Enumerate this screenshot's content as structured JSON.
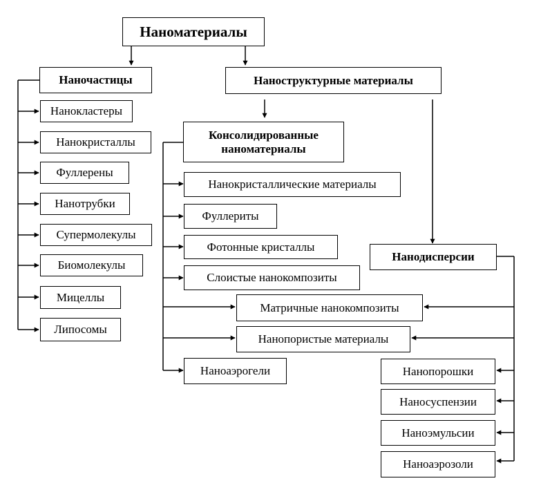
{
  "root": "Наноматериалы",
  "nanoparticles": {
    "title": "Наночастицы",
    "items": [
      "Нанокластеры",
      "Нанокристаллы",
      "Фуллерены",
      "Нанотрубки",
      "Супермолекулы",
      "Биомолекулы",
      "Мицеллы",
      "Липосомы"
    ]
  },
  "nanostructured": {
    "title": "Наноструктурные материалы",
    "consolidated": {
      "title_line1": "Консолидированные",
      "title_line2": "наноматериалы",
      "items": [
        "Нанокристаллические материалы",
        "Фуллериты",
        "Фотонные кристаллы",
        "Слоистые нанокомпозиты"
      ]
    },
    "shared": [
      "Матричные нанокомпозиты",
      "Нанопористые материалы"
    ],
    "aerogels": "Наноаэрогели",
    "dispersions": {
      "title": "Нанодисперсии",
      "items": [
        "Нанопорошки",
        "Наносуспензии",
        "Наноэмульсии",
        "Наноаэрозоли"
      ]
    }
  }
}
